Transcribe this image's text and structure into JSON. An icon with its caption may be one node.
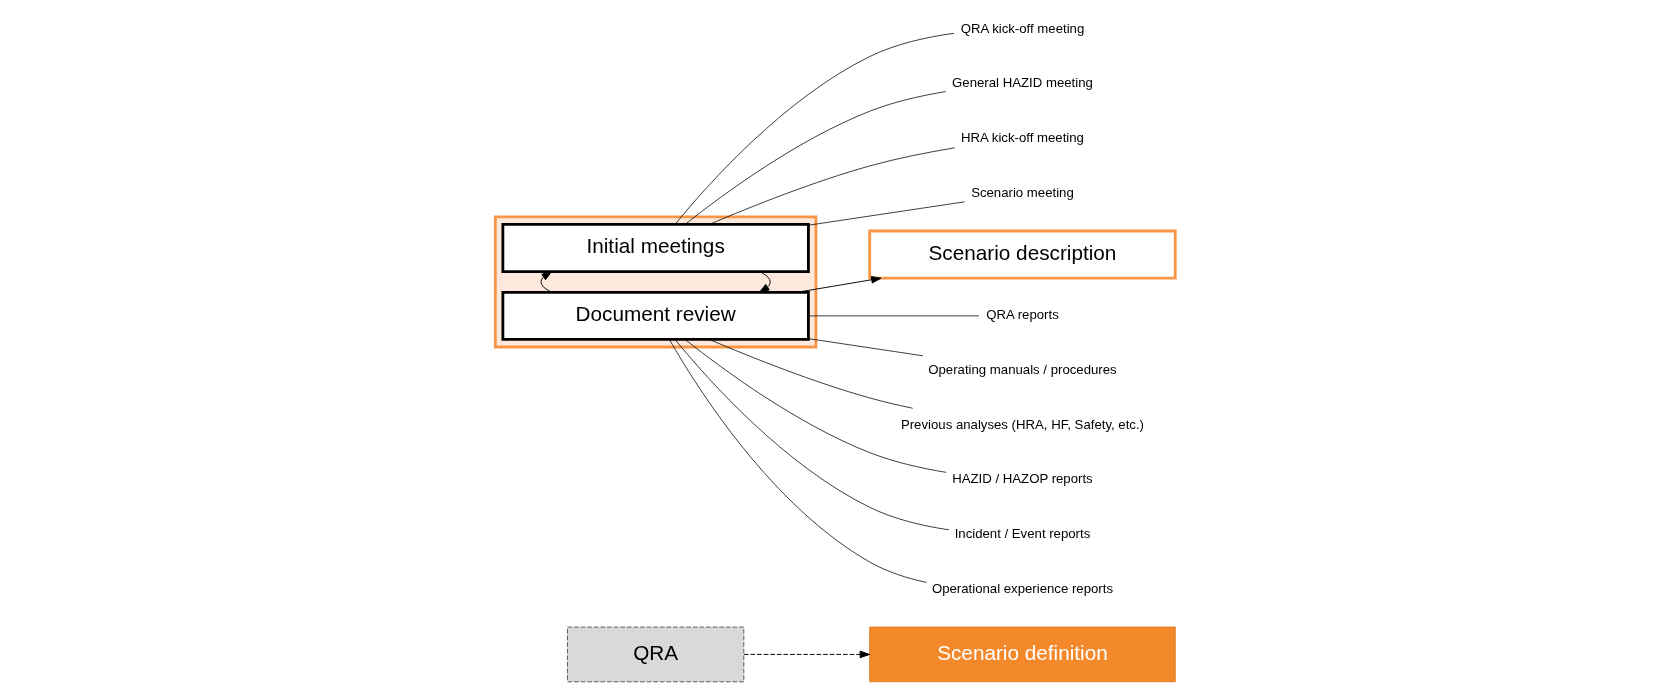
{
  "diagram": {
    "nodes": [
      {
        "text": [
          "QRA"
        ]
      },
      {
        "text": [
          "Scenario definition"
        ]
      },
      {
        "text": [],
        "shape": "box"
      },
      {
        "text": [
          "Initial meetings"
        ],
        "in": 2
      },
      {
        "text": [
          "Document review"
        ],
        "in": 2
      },
      {
        "text": [
          "Scenario description"
        ]
      },
      {
        "text": [
          "QRA kick-off meeting"
        ]
      },
      {
        "text": [
          "General HAZID meeting"
        ]
      },
      {
        "text": [
          "HRA kick-off meeting"
        ]
      },
      {
        "text": [
          "Scenario meeting"
        ]
      },
      {
        "text": [
          "QRA reports"
        ]
      },
      {
        "text": [
          "Operating manuals / procedures"
        ]
      },
      {
        "text": [
          "Previous analyses (HRA, HF, Safety, etc.)"
        ]
      },
      {
        "text": [
          "HAZID / HAZOP reports"
        ]
      },
      {
        "text": [
          "Incident / Event reports"
        ]
      },
      {
        "text": [
          "Operational experience reports"
        ]
      }
    ],
    "edges": [
      {
        "from": 0,
        "to": 1,
        "arrow": "to",
        "style": "dashed"
      },
      {
        "from": 3,
        "to": 4,
        "arrow": "to"
      },
      {
        "from": 4,
        "to": 3,
        "arrow": "to"
      },
      {
        "from": 4,
        "to": 5,
        "arrow": "to"
      },
      {
        "from": 3,
        "to": 6,
        "arrow": "none"
      },
      {
        "from": 3,
        "to": 7,
        "arrow": "none"
      },
      {
        "from": 3,
        "to": 8,
        "arrow": "none"
      },
      {
        "from": 3,
        "to": 9,
        "arrow": "none"
      },
      {
        "from": 4,
        "to": 10,
        "arrow": "none"
      },
      {
        "from": 4,
        "to": 11,
        "arrow": "none"
      },
      {
        "from": 4,
        "to": 12,
        "arrow": "none"
      },
      {
        "from": 4,
        "to": 13,
        "arrow": "none"
      },
      {
        "from": 4,
        "to": 14,
        "arrow": "none"
      },
      {
        "from": 4,
        "to": 15,
        "arrow": "none"
      }
    ]
  }
}
